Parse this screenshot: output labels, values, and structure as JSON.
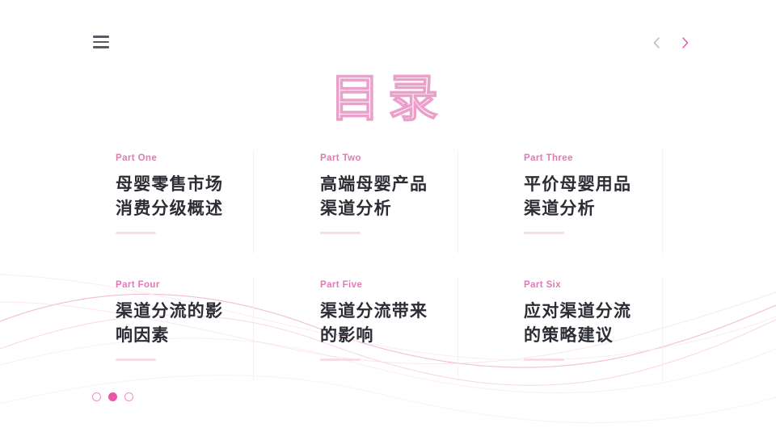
{
  "slide": {
    "title": "目录",
    "background_color": "#ffffff"
  },
  "colors": {
    "accent_pink": "#e07ab6",
    "title_outline": "#ec9fcb",
    "heading_dark": "#2c2c34",
    "rule_pink": "#f7dde9",
    "dot_active": "#ec55ab",
    "divider_gray": "#f1f1f3",
    "wave_pink": "#f0a6c6",
    "menu_gray": "#5a5a62"
  },
  "topbar": {
    "menu_icon": "hamburger-menu-icon",
    "prev_icon": "chevron-left-icon",
    "next_icon": "chevron-right-icon",
    "prev_color": "#b8b8bd",
    "next_color": "#ec55ab"
  },
  "toc": {
    "items": [
      {
        "part": "Part One",
        "title": "母婴零售市场\n消费分级概述"
      },
      {
        "part": "Part Two",
        "title": "高端母婴产品\n渠道分析"
      },
      {
        "part": "Part Three",
        "title": "平价母婴用品\n渠道分析"
      },
      {
        "part": "Part Four",
        "title": "渠道分流的影\n响因素"
      },
      {
        "part": "Part Five",
        "title": "渠道分流带来\n的影响"
      },
      {
        "part": "Part Six",
        "title": "应对渠道分流\n的策略建议"
      }
    ]
  },
  "pagination": {
    "total": 3,
    "active_index": 1
  }
}
